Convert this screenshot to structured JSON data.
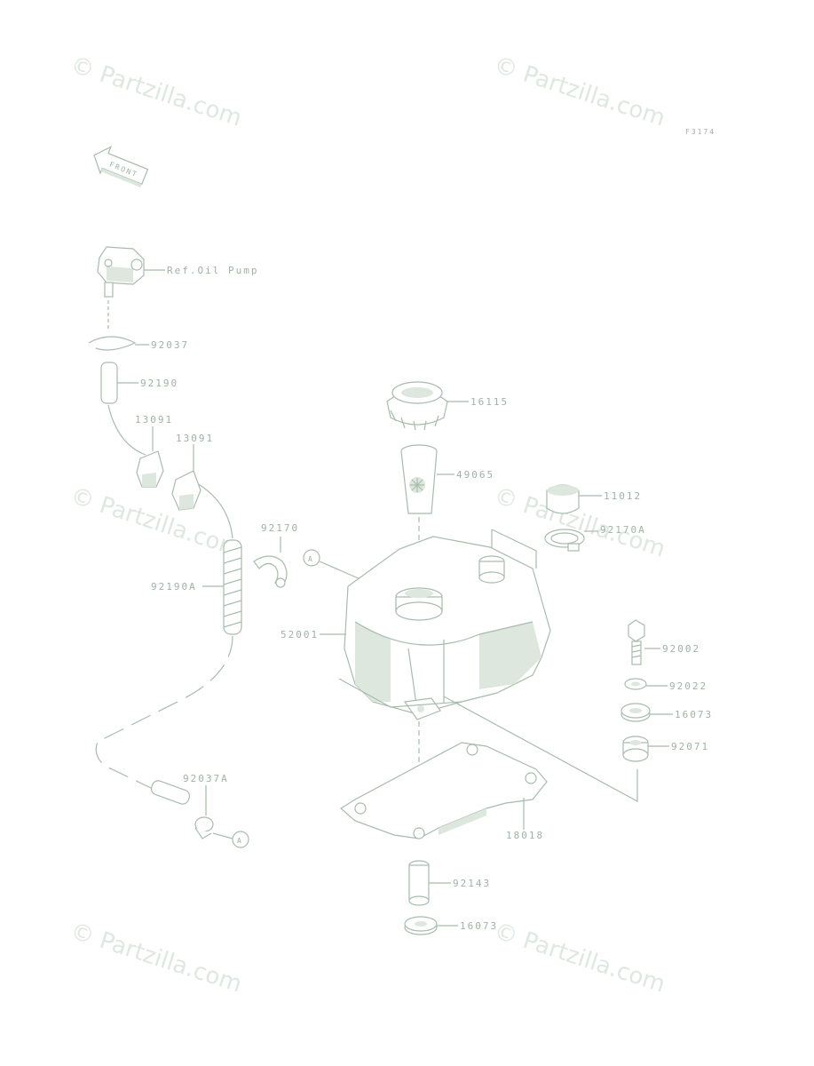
{
  "diagram": {
    "figure_code": "F3174",
    "front_label": "FRONT",
    "watermark": "© Partzilla.com",
    "callouts": [
      {
        "id": "ref-oil-pump",
        "text": "Ref.Oil Pump"
      },
      {
        "id": "p92037",
        "text": "92037"
      },
      {
        "id": "p92190",
        "text": "92190"
      },
      {
        "id": "p13091a",
        "text": "13091"
      },
      {
        "id": "p13091b",
        "text": "13091"
      },
      {
        "id": "p92170",
        "text": "92170"
      },
      {
        "id": "p92190a",
        "text": "92190A"
      },
      {
        "id": "p16115",
        "text": "16115"
      },
      {
        "id": "p49065",
        "text": "49065"
      },
      {
        "id": "p11012",
        "text": "11012"
      },
      {
        "id": "p92170a",
        "text": "92170A"
      },
      {
        "id": "p52001",
        "text": "52001"
      },
      {
        "id": "p92002",
        "text": "92002"
      },
      {
        "id": "p92022",
        "text": "92022"
      },
      {
        "id": "p16073a",
        "text": "16073"
      },
      {
        "id": "p92071",
        "text": "92071"
      },
      {
        "id": "p92037a",
        "text": "92037A"
      },
      {
        "id": "p18018",
        "text": "18018"
      },
      {
        "id": "p92143",
        "text": "92143"
      },
      {
        "id": "p16073b",
        "text": "16073"
      }
    ],
    "ref_markers": [
      "A",
      "A"
    ]
  }
}
